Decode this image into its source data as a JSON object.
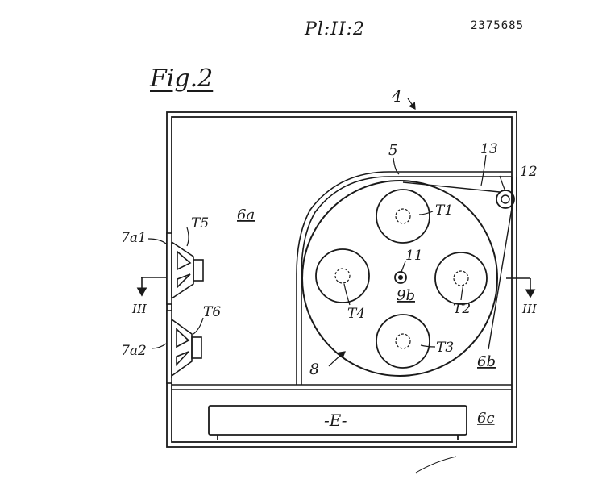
{
  "header": {
    "plate_label": "Pl:II:2",
    "patent_number": "2375685",
    "figure_label": "Fig.2"
  },
  "labels": {
    "housing": "4",
    "drum_wall": "5",
    "chamber_upper": "6a",
    "chamber_right": "6b",
    "chamber_bottom": "6c",
    "speaker_upper": "7a1",
    "speaker_lower": "7a2",
    "drum": "8",
    "drum_center": "9b",
    "spindle": "11",
    "pulley": "12",
    "belt": "13",
    "transducer_1": "T1",
    "transducer_2": "T2",
    "transducer_3": "T3",
    "transducer_4": "T4",
    "transducer_5": "T5",
    "transducer_6": "T6",
    "section_left": "III",
    "section_right": "III",
    "electronics": "-E-"
  }
}
